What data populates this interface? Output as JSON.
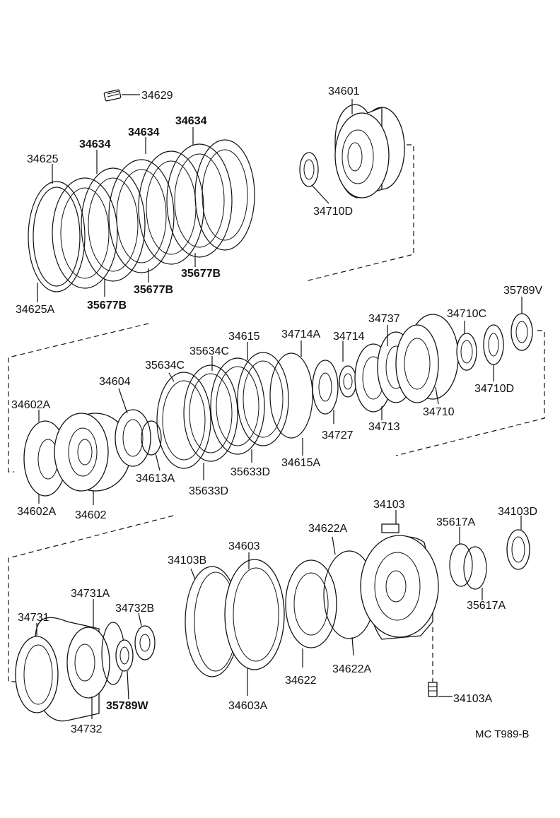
{
  "figure_code": "MC  T989-B",
  "parts": {
    "p34629": "34629",
    "p34601": "34601",
    "p34634_a": "34634",
    "p34634_b": "34634",
    "p34634_c": "34634",
    "p34625": "34625",
    "p34710D_a": "34710D",
    "p35677B_a": "35677B",
    "p35677B_b": "35677B",
    "p35677B_c": "35677B",
    "p34625A": "34625A",
    "p35789V": "35789V",
    "p34737": "34737",
    "p34710C": "34710C",
    "p34615": "34615",
    "p34714A": "34714A",
    "p34714": "34714",
    "p35634C_a": "35634C",
    "p35634C_b": "35634C",
    "p34604": "34604",
    "p34710D_b": "34710D",
    "p34602A_a": "34602A",
    "p34710": "34710",
    "p34727": "34727",
    "p34713": "34713",
    "p34615A": "34615A",
    "p35633D_a": "35633D",
    "p34613A": "34613A",
    "p35633D_b": "35633D",
    "p34602A_b": "34602A",
    "p34602": "34602",
    "p34103": "34103",
    "p34103D": "34103D",
    "p35617A_a": "35617A",
    "p34622A_a": "34622A",
    "p34603": "34603",
    "p34103B": "34103B",
    "p34731A": "34731A",
    "p35617A_b": "35617A",
    "p34732B": "34732B",
    "p34731": "34731",
    "p34622A_b": "34622A",
    "p34622": "34622",
    "p34103A": "34103A",
    "p35789W": "35789W",
    "p34603A": "34603A",
    "p34732": "34732"
  }
}
